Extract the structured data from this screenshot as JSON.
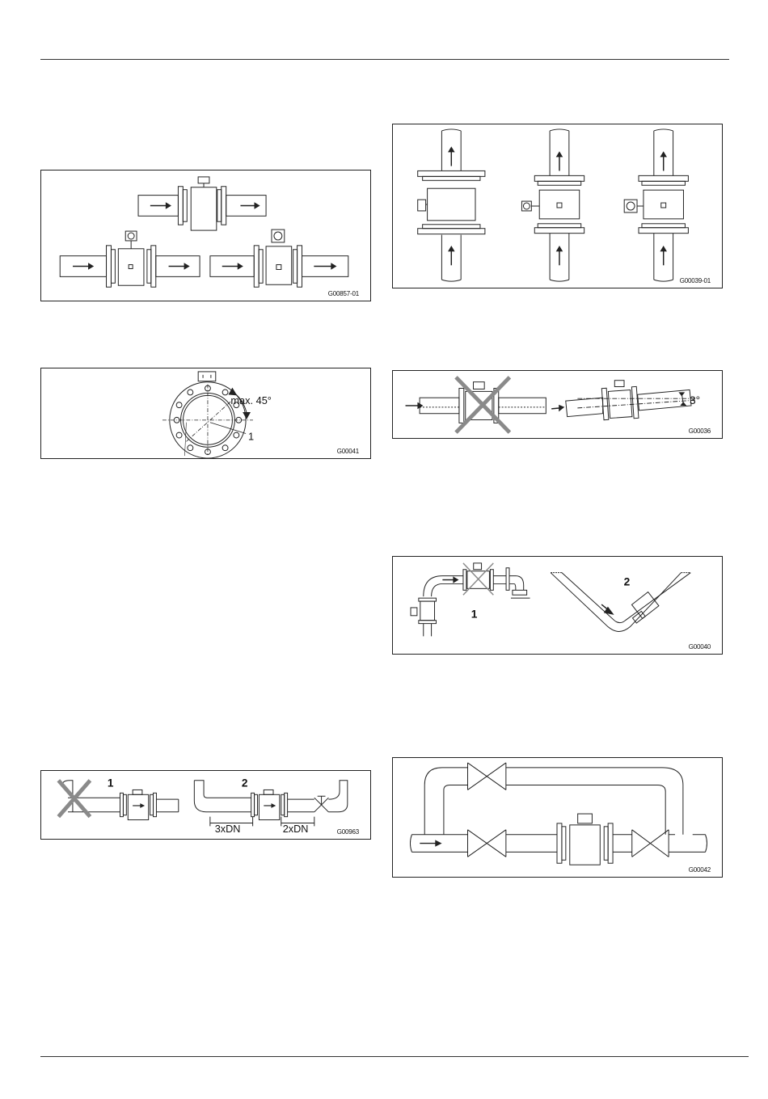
{
  "figures": {
    "fig1": {
      "code": "G00857-01"
    },
    "fig2": {
      "code": "G00039-01"
    },
    "fig3": {
      "code": "G00041",
      "angle_label": "max. 45°",
      "callout": "1"
    },
    "fig4": {
      "code": "G00036",
      "angle_label": "3°"
    },
    "fig5": {
      "code": "G00040",
      "label_1": "1",
      "label_2": "2"
    },
    "fig6": {
      "code": "G00963",
      "label_1": "1",
      "label_2": "2",
      "dim_upstream": "3xDN",
      "dim_downstream": "2xDN"
    },
    "fig7": {
      "code": "G00042"
    }
  },
  "colors": {
    "line": "#222222",
    "crossout": "#8a8a8a"
  },
  "icons": {
    "crossout": "x-mark-icon",
    "flow": "arrow-icon"
  }
}
